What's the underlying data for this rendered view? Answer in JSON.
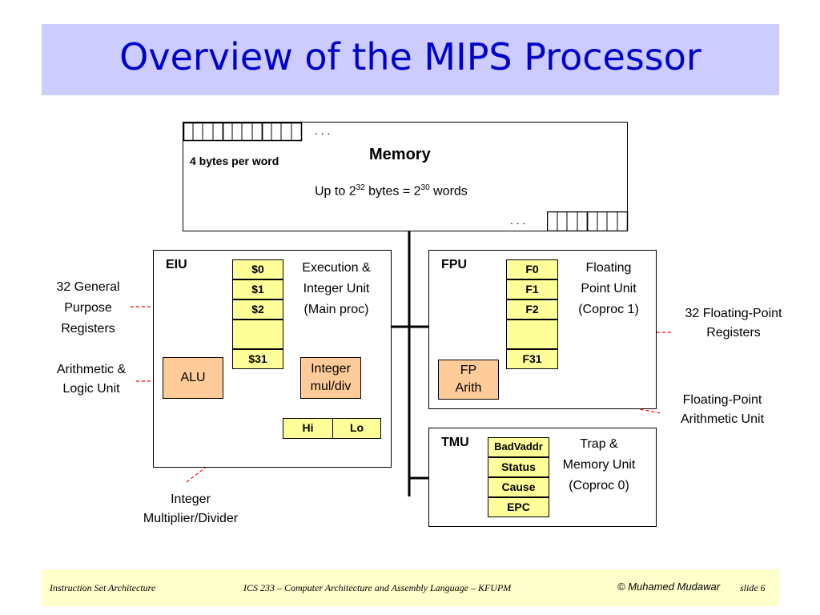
{
  "title": "Overview of the MIPS Processor",
  "memory": {
    "dots_top": ". . .",
    "dots_bottom": ". . .",
    "bytes_per_word": "4 bytes per word",
    "title": "Memory",
    "size_prefix": "Up to 2",
    "size_exp1": "32",
    "size_mid": " bytes = 2",
    "size_exp2": "30",
    "size_suffix": " words"
  },
  "eiu": {
    "label": "EIU",
    "desc_lines": [
      "Execution &",
      "Integer Unit",
      "(Main proc)"
    ],
    "registers": [
      "$0",
      "$1",
      "$2",
      "",
      "$31"
    ],
    "alu": "ALU",
    "intmul_lines": [
      "Integer",
      "mul/div"
    ],
    "hi": "Hi",
    "lo": "Lo"
  },
  "fpu": {
    "label": "FPU",
    "desc_lines": [
      "Floating",
      "Point Unit",
      "(Coproc 1)"
    ],
    "registers": [
      "F0",
      "F1",
      "F2",
      "",
      "F31"
    ],
    "fparith_lines": [
      "FP",
      "Arith"
    ]
  },
  "tmu": {
    "label": "TMU",
    "desc_lines": [
      "Trap &",
      "Memory Unit",
      "(Coproc 0)"
    ],
    "registers": [
      "BadVaddr",
      "Status",
      "Cause",
      "EPC"
    ]
  },
  "callouts": {
    "gpr_lines": [
      "32 General",
      "Purpose",
      "Registers"
    ],
    "alu_lines": [
      "Arithmetic &",
      "Logic Unit"
    ],
    "intmul_lines": [
      "Integer",
      "Multiplier/Divider"
    ],
    "fpr_lines": [
      "32 Floating-Point",
      "Registers"
    ],
    "fpau_lines": [
      "Floating-Point",
      "Arithmetic Unit"
    ]
  },
  "footer": {
    "left": "Instruction Set Architecture",
    "center": "ICS 233 – Computer Architecture and Assembly Language – KFUPM",
    "copyright": "© Muhamed Mudawar",
    "slide": "slide 6"
  },
  "colors": {
    "title_bg": "#ccccff",
    "title_text": "#0000cc",
    "register": "#ffff99",
    "unit": "#ffcc99",
    "footer_bg": "#ffffcc",
    "callout": "#ff0000"
  }
}
